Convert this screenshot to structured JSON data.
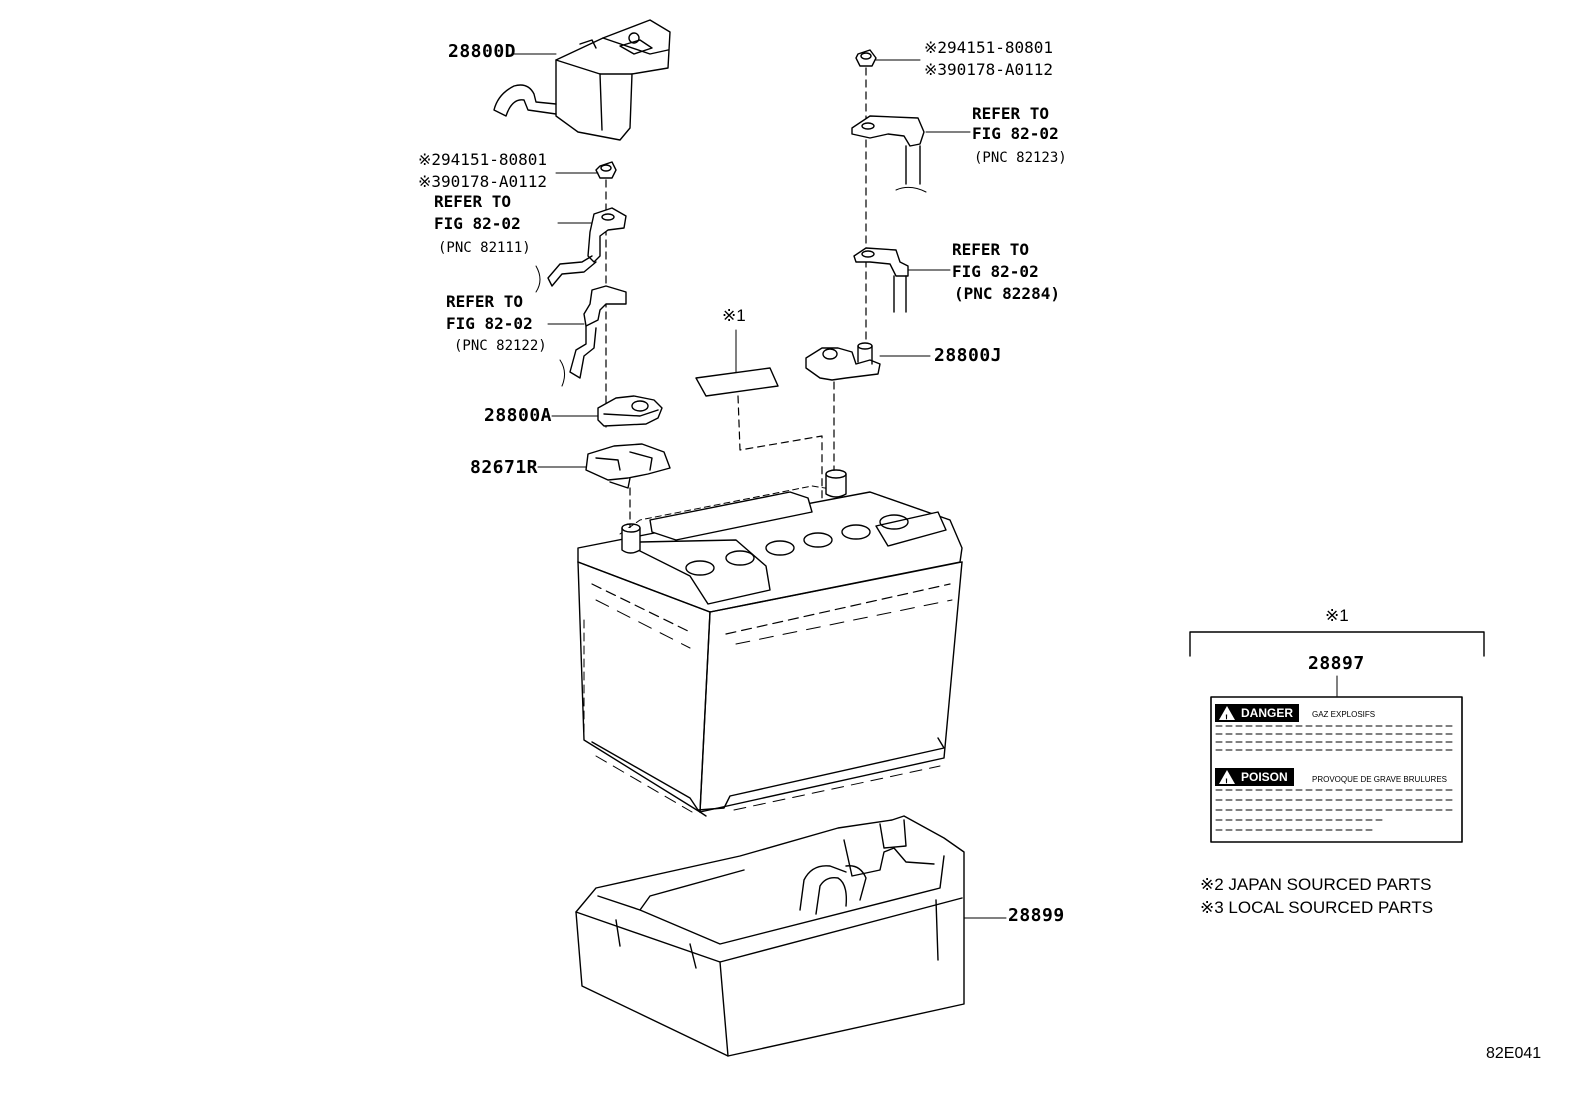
{
  "parts": {
    "p28800D": "28800D",
    "p28800A": "28800A",
    "p82671R": "82671R",
    "p28800J": "28800J",
    "p28899": "28899",
    "p28897": "28897"
  },
  "left_nut": {
    "line1": "※294151-80801",
    "line2": "※390178-A0112"
  },
  "right_nut": {
    "line1": "※294151-80801",
    "line2": "※390178-A0112"
  },
  "refs": {
    "r82111": {
      "l1": "REFER TO",
      "l2": "FIG 82-02",
      "l3": "(PNC 82111)"
    },
    "r82122": {
      "l1": "REFER TO",
      "l2": "FIG 82-02",
      "l3": "(PNC 82122)"
    },
    "r82123": {
      "l1": "REFER TO",
      "l2": "FIG 82-02",
      "l3": "(PNC 82123)"
    },
    "r82284": {
      "l1": "REFER TO",
      "l2": "FIG 82-02",
      "l3": "(PNC 82284)"
    }
  },
  "mark1": "※1",
  "label_box": {
    "header": "※1",
    "danger": "DANGER",
    "danger_text": "GAZ EXPLOSIFS",
    "poison": "POISON",
    "poison_text": "PROVOQUE DE GRAVE BRULURES"
  },
  "notes": {
    "n2": "※2 JAPAN SOURCED PARTS",
    "n3": "※3 LOCAL SOURCED PARTS"
  },
  "figure_code": "82E041"
}
